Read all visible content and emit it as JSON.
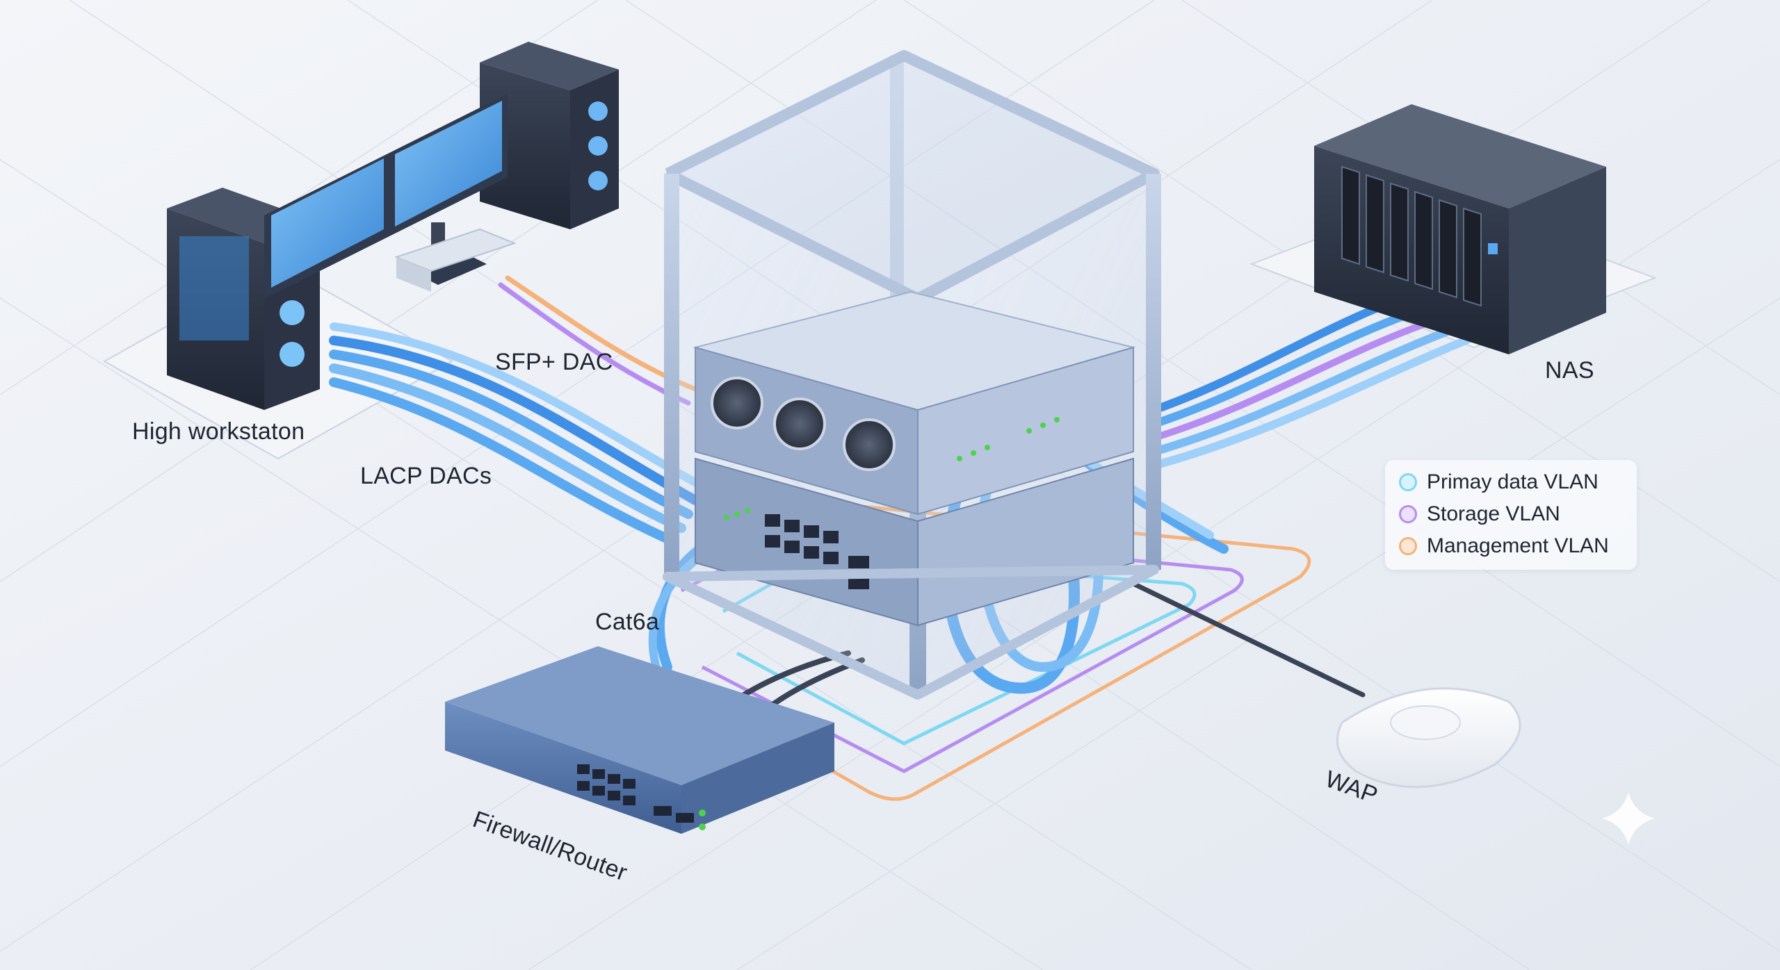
{
  "labels": {
    "workstation": "High workstaton",
    "lacp": "LACP DACs",
    "sfp": "SFP+ DAC",
    "nas": "NAS",
    "cat6a": "Cat6a",
    "firewall": "Firewall/Router",
    "wap": "WAP"
  },
  "legend": {
    "items": [
      {
        "label": "Primay data VLAN",
        "color": "#7fd8f2"
      },
      {
        "label": "Storage VLAN",
        "color": "#b78cf0"
      },
      {
        "label": "Management VLAN",
        "color": "#f5b27a"
      }
    ]
  },
  "colors": {
    "background": "#eef1f6",
    "cable_blue": "#5aa8f0",
    "cable_purple": "#b78cf0",
    "cable_orange": "#f5b27a",
    "port_led": "#4fd14f"
  },
  "icons": [
    "workstation-tower-icon",
    "monitor-icon",
    "nas-icon",
    "rack-icon",
    "switch-icon",
    "firewall-router-icon",
    "wap-icon",
    "sparkle-icon"
  ]
}
